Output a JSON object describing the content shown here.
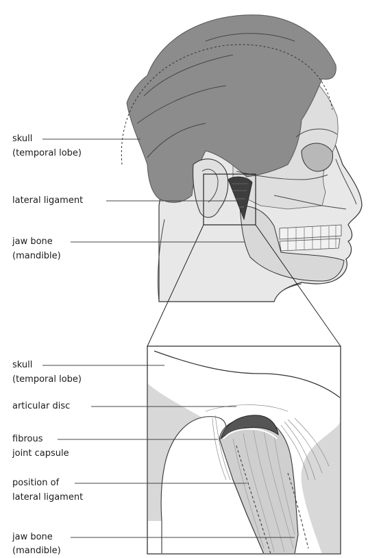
{
  "head_labels": {
    "skull": "skull",
    "skull_sub": "(temporal lobe)",
    "lateral_ligament": "lateral ligament",
    "jaw_bone": "jaw bone",
    "jaw_bone_sub": "(mandible)"
  },
  "detail_labels": {
    "skull": "skull",
    "skull_sub": "(temporal lobe)",
    "articular_disc": "articular disc",
    "fibrous": "fibrous",
    "joint_capsule": "joint capsule",
    "position_of": "position of",
    "lateral_ligament": "lateral ligament",
    "jaw_bone": "jaw bone",
    "jaw_bone_sub": "(mandible)"
  },
  "colors": {
    "hair": "#8c8c8c",
    "skin": "#e6e6e6",
    "bone": "#d0d0d0",
    "outline": "#333333",
    "disc": "#5a5a5a"
  }
}
